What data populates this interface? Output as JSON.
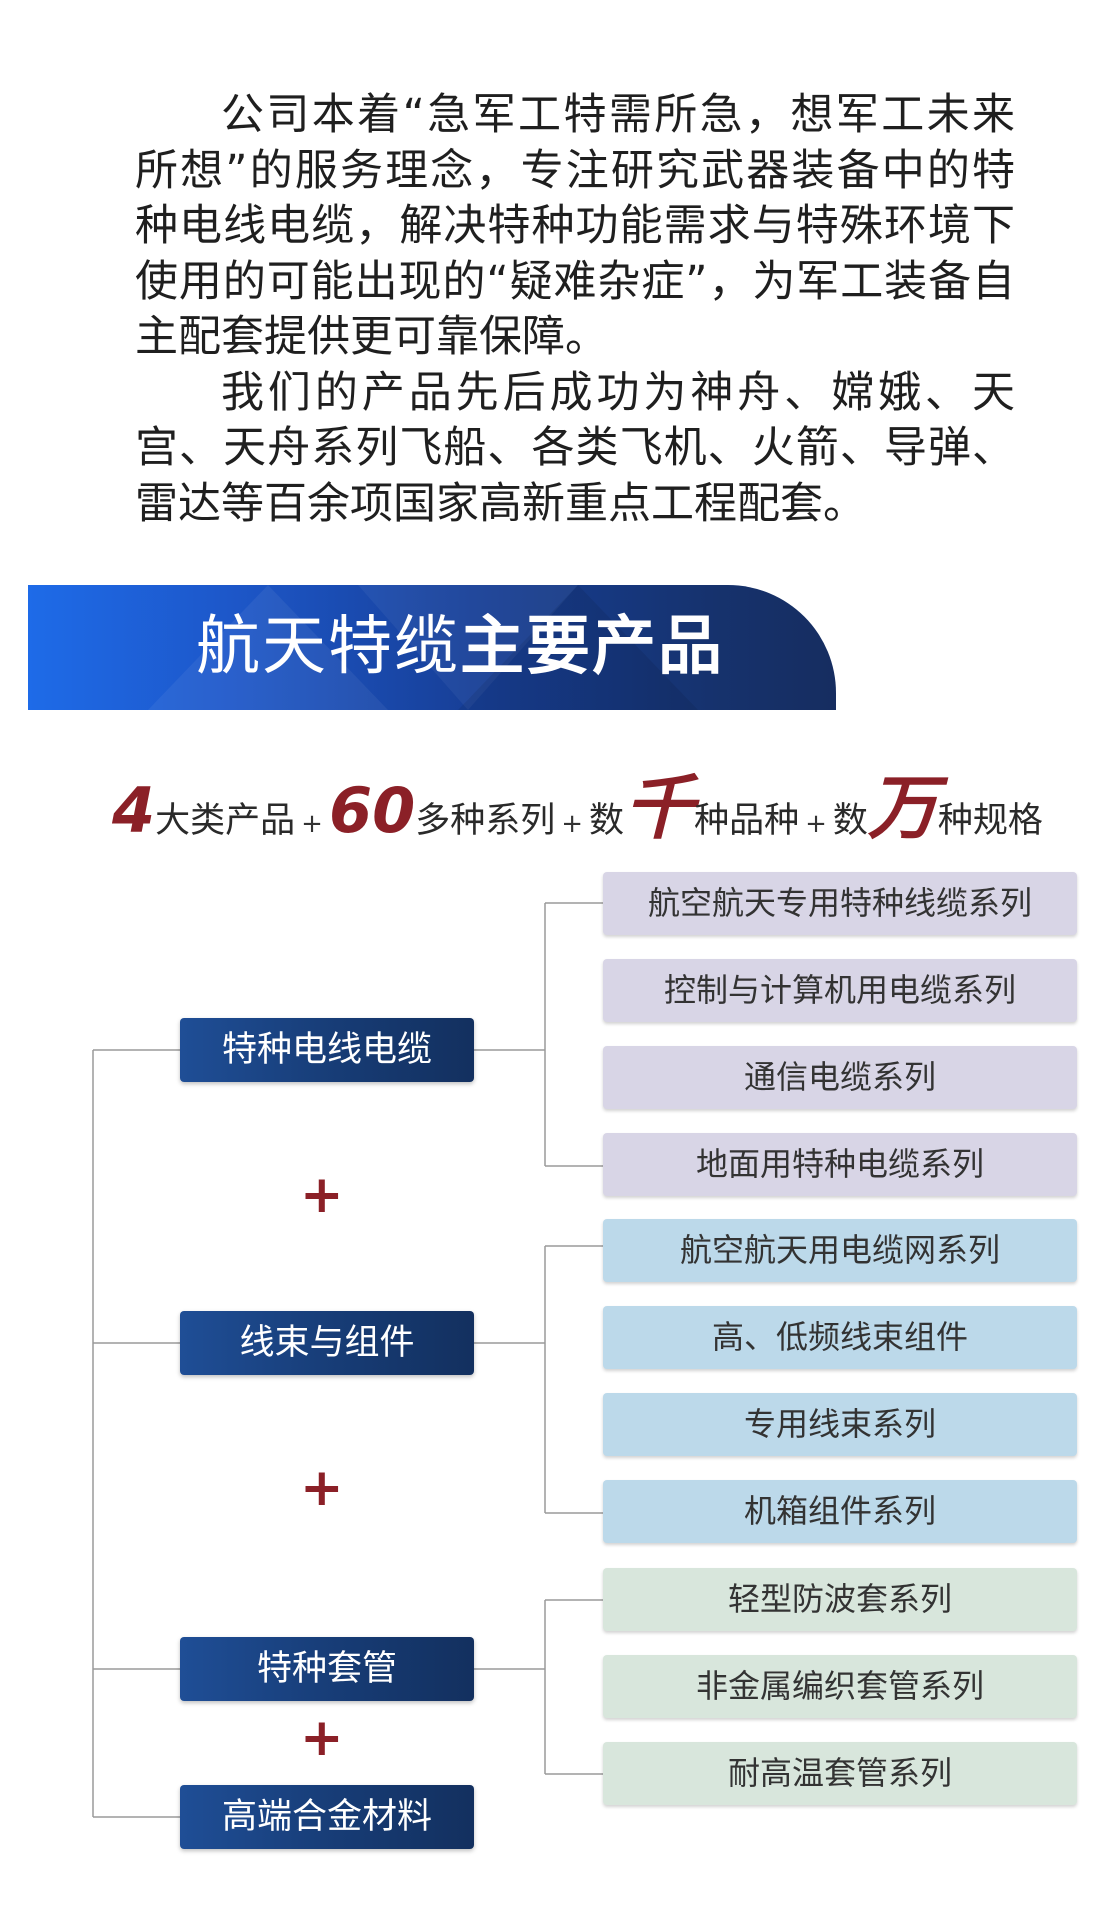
{
  "intro": {
    "p1": "公司本着“急军工特需所急，想军工未来所想”的服务理念，专注研究武器装备中的特种电线电缆，解决特种功能需求与特殊环境下使用的可能出现的“疑难杂症”，为军工装备自主配套提供更可靠保障。",
    "p2": "我们的产品先后成功为神舟、嫦娥、天宫、天舟系列飞船、各类飞机、火箭、导弹、雷达等百余项国家高新重点工程配套。"
  },
  "banner": {
    "title_part1": "航天特缆",
    "title_part2": "主要产品"
  },
  "stats": {
    "n1": "4",
    "t1": "大类产品",
    "plus": "+",
    "n2": "60",
    "t2": "多种系列",
    "pre3": "数",
    "n3": "千",
    "t3": "种品种",
    "pre4": "数",
    "n4": "万",
    "t4": "种规格"
  },
  "plus_sign": "+",
  "categories": [
    {
      "label": "特种电线电缆"
    },
    {
      "label": "线束与组件"
    },
    {
      "label": "特种套管"
    },
    {
      "label": "高端合金材料"
    }
  ],
  "items": [
    {
      "label": "航空航天专用特种线缆系列"
    },
    {
      "label": "控制与计算机用电缆系列"
    },
    {
      "label": "通信电缆系列"
    },
    {
      "label": "地面用特种电缆系列"
    },
    {
      "label": "航空航天用电缆网系列"
    },
    {
      "label": "高、低频线束组件"
    },
    {
      "label": "专用线束系列"
    },
    {
      "label": "机箱组件系列"
    },
    {
      "label": "轻型防波套系列"
    },
    {
      "label": "非金属编织套管系列"
    },
    {
      "label": "耐高温套管系列"
    }
  ],
  "colors": {
    "banner_blue": "#1e6be8",
    "banner_navy": "#162d60",
    "accent_red": "#8b2027",
    "category_navy": "#163a72",
    "item_purple": "#d8d5e6",
    "item_blue": "#bcd9ea",
    "item_green": "#d8e6dc"
  }
}
